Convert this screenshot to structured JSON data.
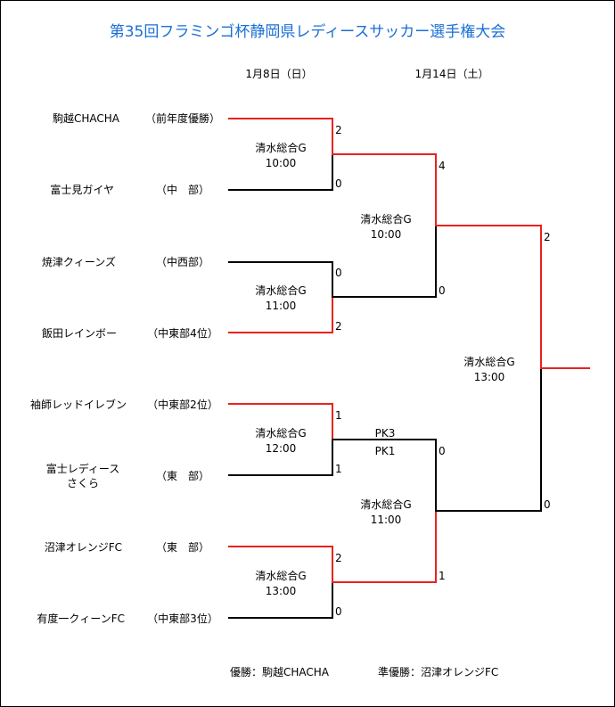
{
  "title": "第35回フラミンゴ杯静岡県レディースサッカー選手権大会",
  "dates": {
    "round1": "1月8日（日）",
    "round2": "1月14日（土）"
  },
  "teams": [
    {
      "name": "駒越CHACHA",
      "note": "（前年度優勝）"
    },
    {
      "name": "富士見ガイヤ",
      "note": "（中　部）"
    },
    {
      "name": "焼津クィーンズ",
      "note": "（中西部）"
    },
    {
      "name": "飯田レインボー",
      "note": "（中東部4位）"
    },
    {
      "name": "袖師レッドイレブン",
      "note": "（中東部2位）"
    },
    {
      "name_line1": "富士レディース",
      "name_line2": "さくら",
      "note": "（東　部）"
    },
    {
      "name": "沼津オレンジFC",
      "note": "（東　部）"
    },
    {
      "name": "有度一クィーンFC",
      "note": "（中東部3位）"
    }
  ],
  "r1_matches": [
    {
      "venue": "清水総合G",
      "time": "10:00",
      "score_top": "2",
      "score_bottom": "0"
    },
    {
      "venue": "清水総合G",
      "time": "11:00",
      "score_top": "0",
      "score_bottom": "2"
    },
    {
      "venue": "清水総合G",
      "time": "12:00",
      "score_top": "1",
      "score_bottom": "1",
      "pk_top": "PK3",
      "pk_bottom": "PK1"
    },
    {
      "venue": "清水総合G",
      "time": "13:00",
      "score_top": "2",
      "score_bottom": "0"
    }
  ],
  "sf_matches": [
    {
      "venue": "清水総合G",
      "time": "10:00",
      "score_top": "4",
      "score_bottom": "0"
    },
    {
      "venue": "清水総合G",
      "time": "11:00",
      "score_top": "0",
      "score_bottom": "1"
    }
  ],
  "final": {
    "venue": "清水総合G",
    "time": "13:00",
    "score_top": "2",
    "score_bottom": "0"
  },
  "footer": {
    "champion": "優勝：駒越CHACHA",
    "runner_up": "準優勝：沼津オレンジFC"
  },
  "colors": {
    "win_line": "#e8221d",
    "line": "#000000",
    "title": "#1a6fd6"
  }
}
